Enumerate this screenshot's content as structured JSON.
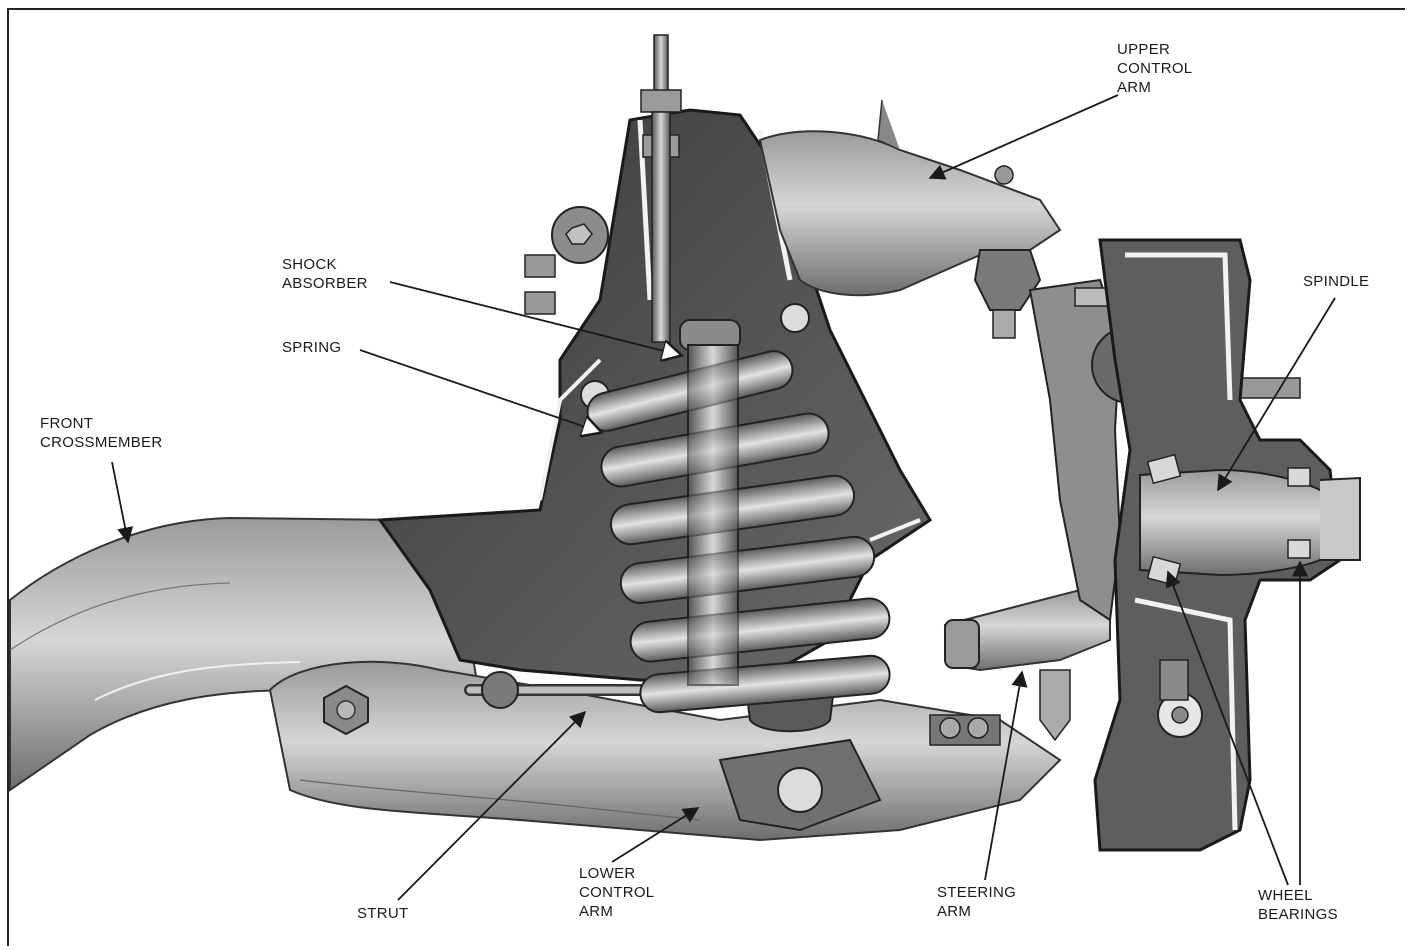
{
  "labels": {
    "upper_control_arm": [
      "UPPER",
      "CONTROL",
      "ARM"
    ],
    "shock_absorber": [
      "SHOCK",
      "ABSORBER"
    ],
    "spring": [
      "SPRING"
    ],
    "spindle": [
      "SPINDLE"
    ],
    "front_crossmember": [
      "FRONT",
      "CROSSMEMBER"
    ],
    "strut": [
      "STRUT"
    ],
    "lower_control_arm": [
      "LOWER",
      "CONTROL",
      "ARM"
    ],
    "steering_arm": [
      "STEERING",
      "ARM"
    ],
    "wheel_bearings": [
      "WHEEL",
      "BEARINGS"
    ]
  },
  "colors": {
    "ink": "#1a1a1a",
    "metal_dark": "#4a4a4a",
    "metal_mid": "#8a8a8a",
    "metal_light": "#c4c4c4",
    "section_white": "#f4f4f4"
  }
}
